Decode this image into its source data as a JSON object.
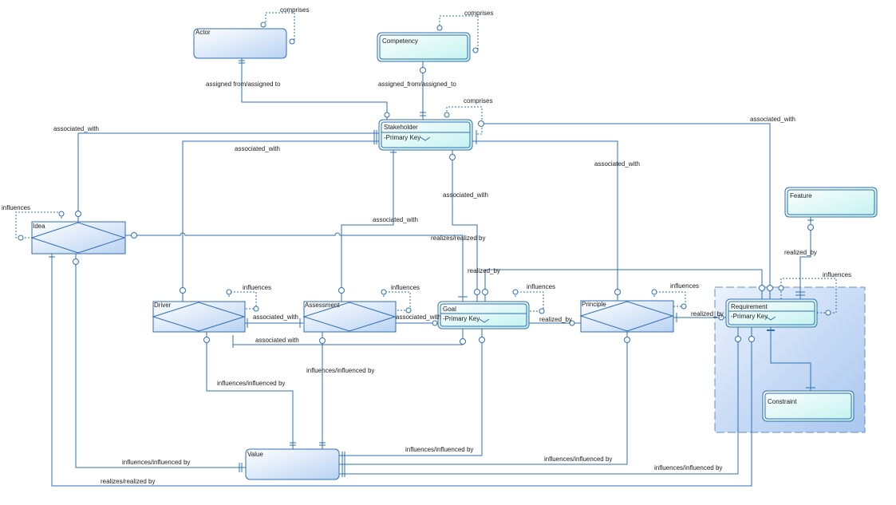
{
  "entities": {
    "actor": {
      "name": "Actor"
    },
    "competency": {
      "name": "Competency"
    },
    "stakeholder": {
      "name": "Stakeholder",
      "key": "-Primary Key"
    },
    "idea": {
      "name": "Idea"
    },
    "driver": {
      "name": "Driver"
    },
    "assessment": {
      "name": "Assessment"
    },
    "goal": {
      "name": "Goal",
      "key": "-Primary Key"
    },
    "principle": {
      "name": "Principle"
    },
    "requirement": {
      "name": "Requirement",
      "key": "-Primary Key"
    },
    "feature": {
      "name": "Feature"
    },
    "constraint": {
      "name": "Constraint"
    },
    "value": {
      "name": "Value"
    }
  },
  "labels": {
    "actor_comprises": "comprises",
    "competency_comprises": "comprises",
    "stakeholder_comprises": "comprises",
    "actor_assigned": "assigned from/assigned to",
    "competency_assigned": "assigned_from/assigned_to",
    "idea_assoc": "associated_with",
    "driver_assoc": "associated_with",
    "req_assoc": "associated_with",
    "principle_assoc": "associated_with",
    "goal_assoc": "associated_with",
    "assessment_assoc": "associated_with",
    "realizes_top": "realizes/realized by",
    "realized_by_goal": "realized_by",
    "feature_realized": "realized_by",
    "idea_influences": "influences",
    "driver_influences": "influences",
    "assessment_influences": "influences",
    "goal_influences": "influences",
    "principle_influences": "influences",
    "req_influences": "influences",
    "driver_assessment": "associated_with",
    "assessment_goal": "associated_with",
    "driver_goal_assoc": "associated with",
    "goal_principle": "realized_by",
    "principle_req": "realized_by",
    "driver_value": "influences/influenced by",
    "assessment_value": "influences/influenced by",
    "goal_value": "influences/influenced by",
    "principle_value": "influences/influenced by",
    "req_value": "influences/influenced by",
    "idea_value": "influences/influenced by",
    "idea_realizes_bottom": "realizes/realized by"
  }
}
